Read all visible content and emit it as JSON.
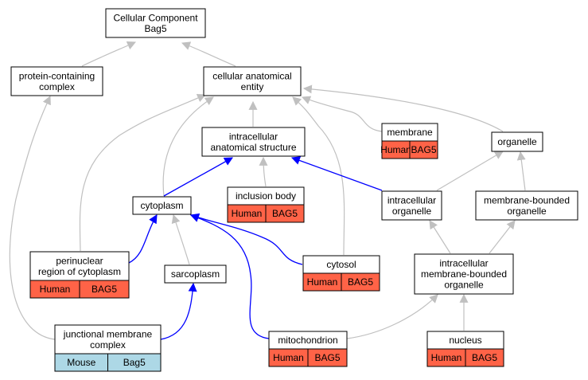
{
  "colors": {
    "edge_gray": "#c0c0c0",
    "edge_blue": "#0000ff",
    "human_fill": "#ff6347",
    "mouse_fill": "#add8e6"
  },
  "nodes": [
    {
      "id": "cc-bag5",
      "lines": [
        "Cellular Component",
        "Bag5"
      ],
      "cells": []
    },
    {
      "id": "protein-containing-complex",
      "lines": [
        "protein-containing",
        "complex"
      ],
      "cells": []
    },
    {
      "id": "cellular-anatomical-entity",
      "lines": [
        "cellular anatomical",
        "entity"
      ],
      "cells": []
    },
    {
      "id": "intracellular-anatomical-structure",
      "lines": [
        "intracellular",
        "anatomical structure"
      ],
      "cells": []
    },
    {
      "id": "membrane",
      "lines": [
        "membrane"
      ],
      "cells": [
        {
          "text": "Human",
          "species": "human"
        },
        {
          "text": "BAG5",
          "species": "human"
        }
      ]
    },
    {
      "id": "organelle",
      "lines": [
        "organelle"
      ],
      "cells": []
    },
    {
      "id": "cytoplasm",
      "lines": [
        "cytoplasm"
      ],
      "cells": []
    },
    {
      "id": "inclusion-body",
      "lines": [
        "inclusion body"
      ],
      "cells": [
        {
          "text": "Human",
          "species": "human"
        },
        {
          "text": "BAG5",
          "species": "human"
        }
      ]
    },
    {
      "id": "intracellular-organelle",
      "lines": [
        "intracellular",
        "organelle"
      ],
      "cells": []
    },
    {
      "id": "membrane-bounded-organelle",
      "lines": [
        "membrane-bounded",
        "organelle"
      ],
      "cells": []
    },
    {
      "id": "perinuclear-region",
      "lines": [
        "perinuclear",
        "region of cytoplasm"
      ],
      "cells": [
        {
          "text": "Human",
          "species": "human"
        },
        {
          "text": "BAG5",
          "species": "human"
        }
      ]
    },
    {
      "id": "sarcoplasm",
      "lines": [
        "sarcoplasm"
      ],
      "cells": []
    },
    {
      "id": "cytosol",
      "lines": [
        "cytosol"
      ],
      "cells": [
        {
          "text": "Human",
          "species": "human"
        },
        {
          "text": "BAG5",
          "species": "human"
        }
      ]
    },
    {
      "id": "intracellular-membrane-bounded-organelle",
      "lines": [
        "intracellular",
        "membrane-bounded",
        "organelle"
      ],
      "cells": []
    },
    {
      "id": "junctional-membrane-complex",
      "lines": [
        "junctional membrane",
        "complex"
      ],
      "cells": [
        {
          "text": "Mouse",
          "species": "mouse"
        },
        {
          "text": "Bag5",
          "species": "mouse"
        }
      ]
    },
    {
      "id": "mitochondrion",
      "lines": [
        "mitochondrion"
      ],
      "cells": [
        {
          "text": "Human",
          "species": "human"
        },
        {
          "text": "BAG5",
          "species": "human"
        }
      ]
    },
    {
      "id": "nucleus",
      "lines": [
        "nucleus"
      ],
      "cells": [
        {
          "text": "Human",
          "species": "human"
        },
        {
          "text": "BAG5",
          "species": "human"
        }
      ]
    }
  ],
  "edges": [
    {
      "from": "protein-containing-complex",
      "to": "cc-bag5",
      "kind": "gray"
    },
    {
      "from": "cellular-anatomical-entity",
      "to": "cc-bag5",
      "kind": "gray"
    },
    {
      "from": "intracellular-anatomical-structure",
      "to": "cellular-anatomical-entity",
      "kind": "gray"
    },
    {
      "from": "membrane",
      "to": "cellular-anatomical-entity",
      "kind": "gray"
    },
    {
      "from": "organelle",
      "to": "cellular-anatomical-entity",
      "kind": "gray"
    },
    {
      "from": "cytoplasm",
      "to": "cellular-anatomical-entity",
      "kind": "gray"
    },
    {
      "from": "perinuclear-region",
      "to": "cellular-anatomical-entity",
      "kind": "gray"
    },
    {
      "from": "cytosol",
      "to": "cellular-anatomical-entity",
      "kind": "gray"
    },
    {
      "from": "junctional-membrane-complex",
      "to": "protein-containing-complex",
      "kind": "gray"
    },
    {
      "from": "inclusion-body",
      "to": "intracellular-anatomical-structure",
      "kind": "gray"
    },
    {
      "from": "cytoplasm",
      "to": "intracellular-anatomical-structure",
      "kind": "blue"
    },
    {
      "from": "intracellular-organelle",
      "to": "intracellular-anatomical-structure",
      "kind": "blue"
    },
    {
      "from": "intracellular-organelle",
      "to": "organelle",
      "kind": "gray"
    },
    {
      "from": "membrane-bounded-organelle",
      "to": "organelle",
      "kind": "gray"
    },
    {
      "from": "perinuclear-region",
      "to": "cytoplasm",
      "kind": "blue"
    },
    {
      "from": "sarcoplasm",
      "to": "cytoplasm",
      "kind": "gray"
    },
    {
      "from": "cytosol",
      "to": "cytoplasm",
      "kind": "blue"
    },
    {
      "from": "mitochondrion",
      "to": "cytoplasm",
      "kind": "blue"
    },
    {
      "from": "junctional-membrane-complex",
      "to": "sarcoplasm",
      "kind": "blue"
    },
    {
      "from": "intracellular-membrane-bounded-organelle",
      "to": "intracellular-organelle",
      "kind": "gray"
    },
    {
      "from": "intracellular-membrane-bounded-organelle",
      "to": "membrane-bounded-organelle",
      "kind": "gray"
    },
    {
      "from": "mitochondrion",
      "to": "intracellular-membrane-bounded-organelle",
      "kind": "gray"
    },
    {
      "from": "nucleus",
      "to": "intracellular-membrane-bounded-organelle",
      "kind": "gray"
    }
  ]
}
